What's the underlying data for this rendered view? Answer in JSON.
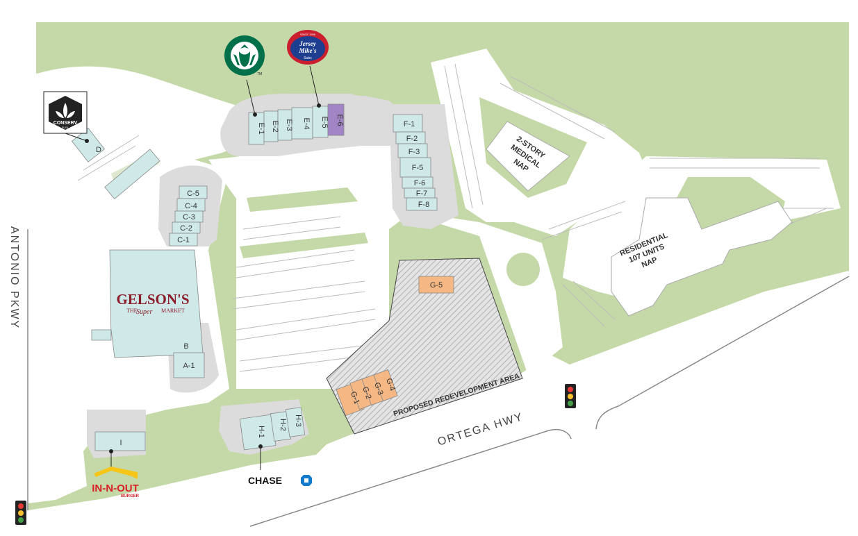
{
  "streets": {
    "antonio": "ANTONIO PKWY",
    "ortega": "ORTEGA HWY"
  },
  "buildings": {
    "medical": [
      "2-STORY",
      "MEDICAL",
      "NAP"
    ],
    "residential": [
      "RESIDENTIAL",
      "107 UNITS",
      "NAP"
    ],
    "redevelopment": "PROPOSED REDEVELOPMENT AREA"
  },
  "units": {
    "E1": "E-1",
    "E2": "E-2",
    "E3": "E-3",
    "E4": "E-4",
    "E5": "E-5",
    "E6": "E-6",
    "F1": "F-1",
    "F2": "F-2",
    "F3": "F-3",
    "F5": "F-5",
    "F6": "F-6",
    "F7": "F-7",
    "F8": "F-8",
    "C5": "C-5",
    "C4": "C-4",
    "C3": "C-3",
    "C2": "C-2",
    "C1": "C-1",
    "D": "D",
    "B": "B",
    "A1": "A-1",
    "I": "I",
    "H1": "H-1",
    "H2": "H-2",
    "H3": "H-3",
    "G1": "G-1",
    "G2": "G-2",
    "G3": "G-3",
    "G4": "G-4",
    "G5": "G-5"
  },
  "tenants": {
    "gelsons": {
      "name": "GELSON'S",
      "tag_left": "THE",
      "tag_script": "Super",
      "tag_right": "MARKET"
    },
    "conserv": {
      "name": "CONSERV",
      "sub": "FUEL"
    },
    "innout": {
      "name": "IN-N-OUT",
      "sub": "BURGER"
    },
    "chase": {
      "name": "CHASE"
    },
    "jerseymikes": {
      "top": "SINCE 1956",
      "line1": "Jersey",
      "line2": "Mike's",
      "line3": "Subs"
    },
    "starbucks": {
      "tm": "TM"
    }
  },
  "colors": {
    "grass": "#c5d9a8",
    "pavement": "#dedede",
    "building": "#cfe9e9",
    "highlight": "#a285c4",
    "redevelop": "#f5b884"
  }
}
